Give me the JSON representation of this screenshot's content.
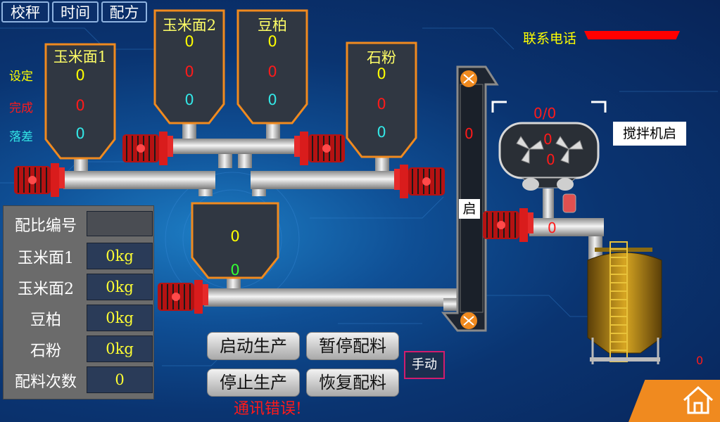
{
  "top_buttons": {
    "calibrate": "校秤",
    "time": "时间",
    "recipe": "配方"
  },
  "contact": {
    "label": "联系电话"
  },
  "row_labels": {
    "setpoint": "设定",
    "done": "完成",
    "error": "落差"
  },
  "hoppers": {
    "h1": {
      "name": "玉米面1",
      "set": "0",
      "done": "0",
      "diff": "0"
    },
    "h2": {
      "name": "玉米面2",
      "set": "0",
      "done": "0",
      "diff": "0"
    },
    "h3": {
      "name": "豆柏",
      "set": "0",
      "done": "0",
      "diff": "0"
    },
    "h4": {
      "name": "石粉",
      "set": "0",
      "done": "0",
      "diff": "0"
    },
    "weigh": {
      "set": "0",
      "done": "0"
    }
  },
  "elevator": {
    "value": "0",
    "status": "启"
  },
  "mixer": {
    "ratio": "0/0",
    "v1": "0",
    "v2": "0",
    "status": "搅拌机启",
    "conveyor_value": "0"
  },
  "recipe_panel": {
    "id_label": "配比编号",
    "id_value": "",
    "rows": [
      {
        "label": "玉米面1",
        "value": "0kg"
      },
      {
        "label": "玉米面2",
        "value": "0kg"
      },
      {
        "label": "豆柏",
        "value": "0kg"
      },
      {
        "label": "石粉",
        "value": "0kg"
      }
    ],
    "count_label": "配料次数",
    "count_value": "0"
  },
  "actions": {
    "start": "启动生产",
    "pause": "暂停配料",
    "stop": "停止生产",
    "resume": "恢复配料",
    "manual": "手动"
  },
  "alert": "通讯错误!",
  "tank_value": "0",
  "colors": {
    "motor": "#d91c1c",
    "frame": "#f08a1f",
    "accent_yellow": "#ffff00",
    "alarm_red": "#ff1a1a"
  }
}
